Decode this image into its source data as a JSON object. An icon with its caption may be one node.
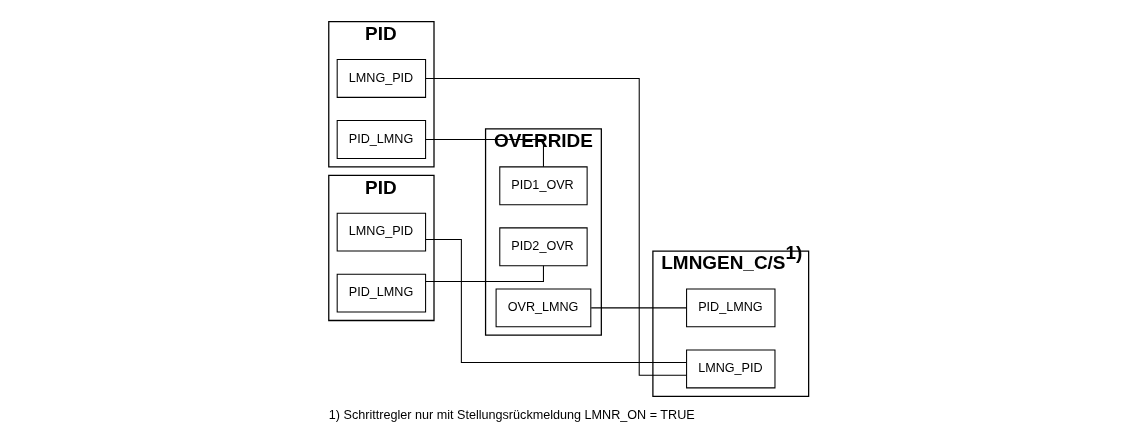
{
  "diagram": {
    "caption": "1) Schrittregler nur mit Stellungsrückmeldung LMNR_ON = TRUE",
    "nodes": [
      {
        "text": [
          "PID"
        ]
      },
      {
        "text": [
          "LMNG_PID"
        ],
        "in": 0
      },
      {
        "text": [
          "PID_LMNG"
        ],
        "in": 0
      },
      {
        "text": [
          "PID"
        ]
      },
      {
        "text": [
          "LMNG_PID"
        ],
        "in": 3
      },
      {
        "text": [
          "PID_LMNG"
        ],
        "in": 3
      },
      {
        "text": [
          "OVERRIDE"
        ]
      },
      {
        "text": [
          "PID1_OVR"
        ],
        "in": 6
      },
      {
        "text": [
          "PID2_OVR"
        ],
        "in": 6
      },
      {
        "text": [
          "OVR_LMNG"
        ],
        "in": 6
      },
      {
        "text": [
          "LMNGEN_C/S$^{1)}$"
        ]
      },
      {
        "text": [
          "PID_LMNG"
        ],
        "in": 10
      },
      {
        "text": [
          "LMNG_PID"
        ],
        "in": 10
      }
    ],
    "edges": [
      {
        "from": 2,
        "to": 7,
        "arrow": "none"
      },
      {
        "from": 5,
        "to": 8,
        "arrow": "none"
      },
      {
        "from": 9,
        "to": 11,
        "arrow": "none"
      },
      {
        "from": 12,
        "to": 1,
        "arrow": "none"
      },
      {
        "from": 12,
        "to": 4,
        "arrow": "none"
      }
    ]
  }
}
